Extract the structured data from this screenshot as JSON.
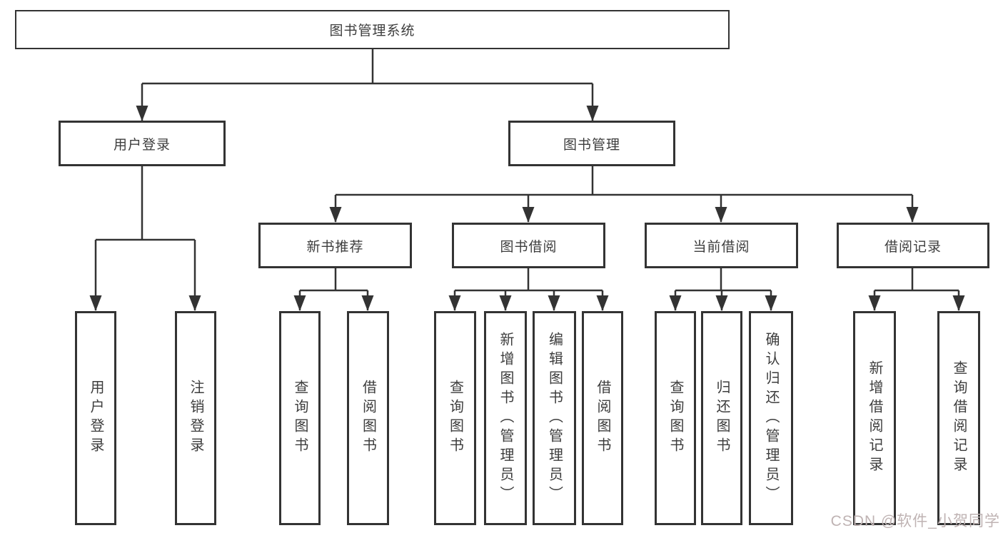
{
  "tree": {
    "root": "图书管理系统",
    "children": [
      {
        "label": "用户登录",
        "children": [
          "用户登录",
          "注销登录"
        ]
      },
      {
        "label": "图书管理",
        "children": [
          {
            "label": "新书推荐",
            "children": [
              "查询图书",
              "借阅图书"
            ]
          },
          {
            "label": "图书借阅",
            "children": [
              "查询图书",
              "新增图书（管理员）",
              "编辑图书（管理员）",
              "借阅图书"
            ]
          },
          {
            "label": "当前借阅",
            "children": [
              "查询图书",
              "归还图书",
              "确认归还（管理员）"
            ]
          },
          {
            "label": "借阅记录",
            "children": [
              "新增借阅记录",
              "查询借阅记录"
            ]
          }
        ]
      }
    ]
  },
  "watermark": {
    "text": "CSDN @软件_小贺同学"
  },
  "colors": {
    "line": "#333333",
    "box_border": "#333333",
    "text": "#3d3d3d",
    "watermark": "#bfb3b3",
    "background": "#ffffff"
  }
}
